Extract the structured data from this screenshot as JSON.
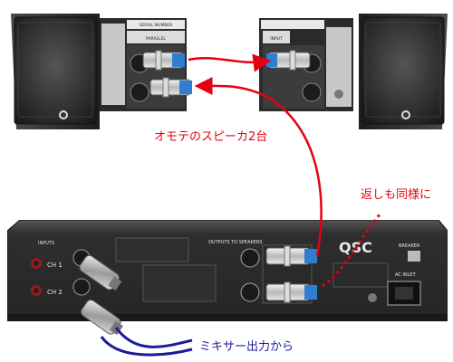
{
  "labels": {
    "front_speakers": "オモテのスピーカ2台",
    "rear_same": "返しも同様に",
    "from_mixer": "ミキサー出力から"
  },
  "amp": {
    "brand": "QSC",
    "inputs_title": "INPUTS",
    "outputs_title": "OUTPUTS TO SPEAKERS",
    "ch1": "CH 1",
    "ch2": "CH 2",
    "breaker": "BREAKER",
    "ac_inlet": "AC INLET"
  },
  "speaker_panel": {
    "serial": "SERIAL NUMBER",
    "parallel": "PARALLEL",
    "input": "INPUT"
  },
  "colors": {
    "red_line": "#e60012",
    "blue_cable": "#1a1a9a",
    "speaker_body": "#2e2e2e",
    "amp_body": "#3a3a3a",
    "connector_blue": "#2f7fd0"
  }
}
